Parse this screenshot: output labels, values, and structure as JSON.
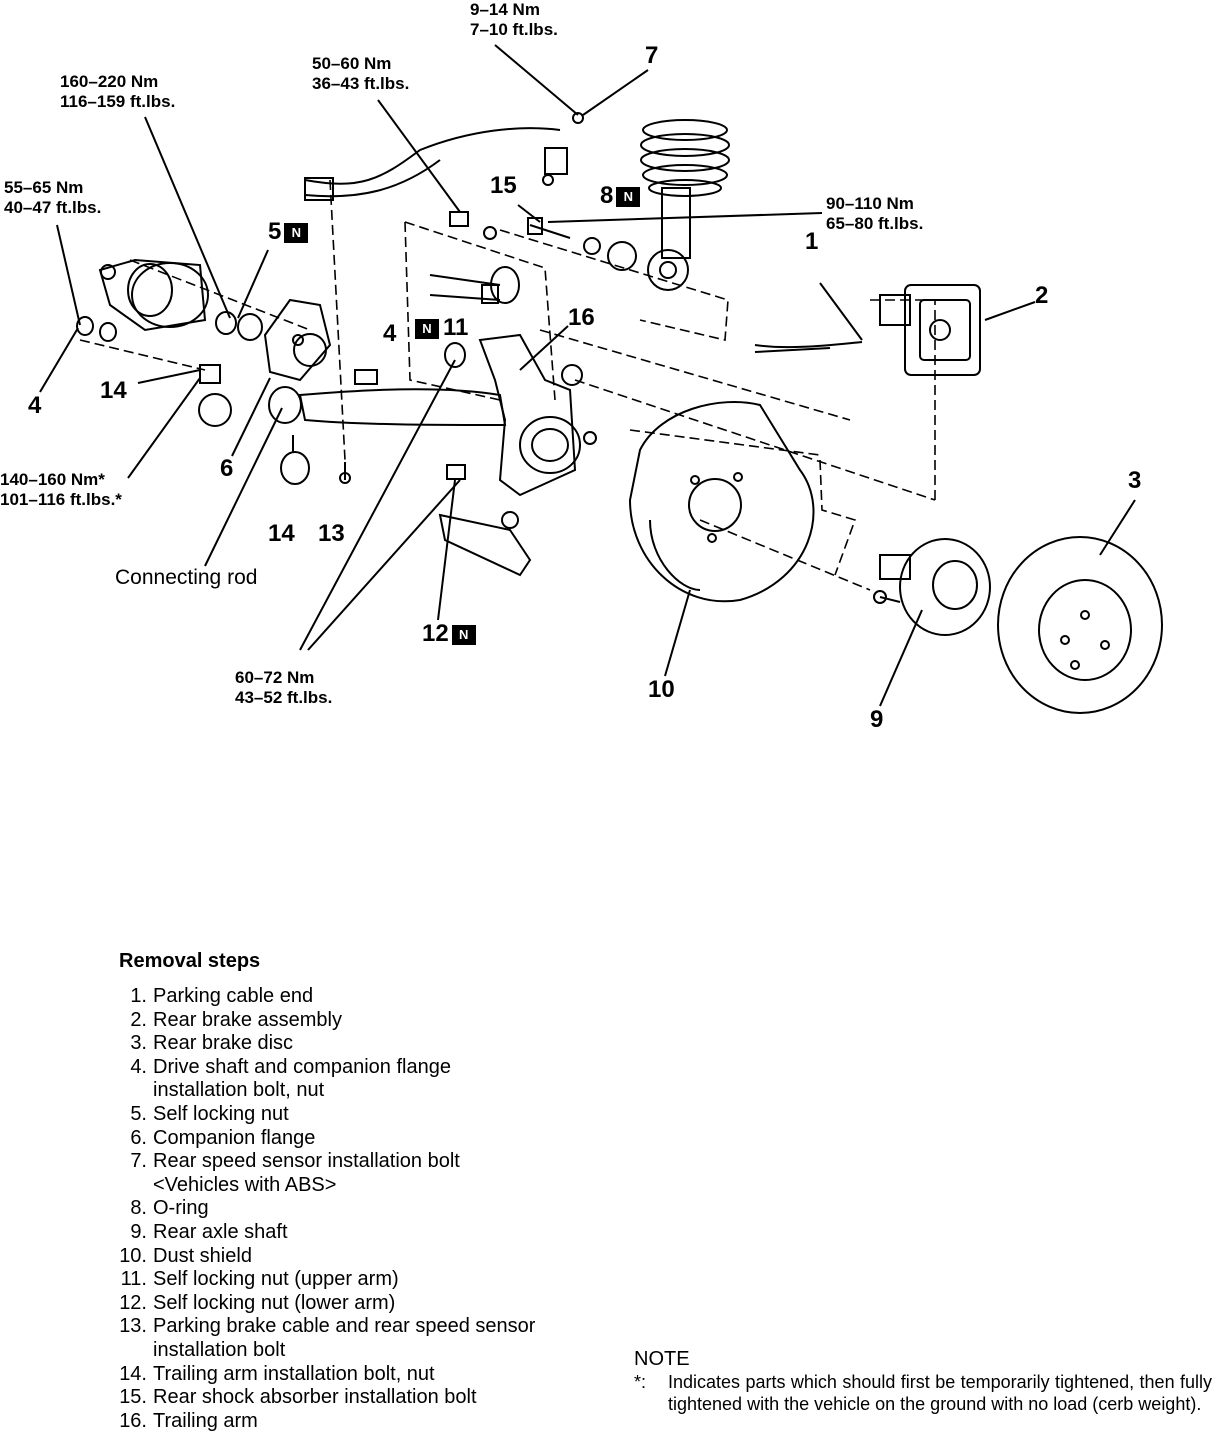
{
  "torque_labels": {
    "t1": [
      "9–14 Nm",
      "7–10 ft.lbs."
    ],
    "t2": [
      "160–220 Nm",
      "116–159 ft.lbs."
    ],
    "t3": [
      "50–60 Nm",
      "36–43 ft.lbs."
    ],
    "t4": [
      "55–65 Nm",
      "40–47 ft.lbs."
    ],
    "t5": [
      "90–110 Nm",
      "65–80 ft.lbs."
    ],
    "t6": [
      "140–160 Nm*",
      "101–116 ft.lbs.*"
    ],
    "t7": [
      "60–72 Nm",
      "43–52 ft.lbs."
    ]
  },
  "callouts": {
    "c7": "7",
    "c15": "15",
    "c8": "8",
    "c5": "5",
    "c1": "1",
    "c2": "2",
    "c4a": "4",
    "c4b": "4",
    "c11": "11",
    "c16": "16",
    "c14a": "14",
    "c6": "6",
    "c14b": "14",
    "c13": "13",
    "c3": "3",
    "c12": "12",
    "c10": "10",
    "c9": "9"
  },
  "badge_text": "N",
  "connecting_rod": "Connecting  rod",
  "removal": {
    "title": "Removal steps",
    "steps": [
      {
        "n": "1.",
        "t": "Parking cable end"
      },
      {
        "n": "2.",
        "t": "Rear brake assembly"
      },
      {
        "n": "3.",
        "t": "Rear brake disc"
      },
      {
        "n": "4.",
        "t": "Drive shaft and companion flange\ninstallation bolt, nut"
      },
      {
        "n": "5.",
        "t": "Self locking nut"
      },
      {
        "n": "6.",
        "t": "Companion flange"
      },
      {
        "n": "7.",
        "t": "Rear speed sensor installation bolt\n<Vehicles with ABS>"
      },
      {
        "n": "8.",
        "t": "O-ring"
      },
      {
        "n": "9.",
        "t": "Rear axle shaft"
      },
      {
        "n": "10.",
        "t": "Dust shield"
      },
      {
        "n": "11.",
        "t": "Self locking nut (upper arm)"
      },
      {
        "n": "12.",
        "t": "Self locking nut (lower arm)"
      },
      {
        "n": "13.",
        "t": "Parking brake cable and rear speed sensor\ninstallation bolt"
      },
      {
        "n": "14.",
        "t": "Trailing arm installation bolt, nut"
      },
      {
        "n": "15.",
        "t": "Rear shock absorber installation bolt"
      },
      {
        "n": "16.",
        "t": "Trailing arm"
      }
    ]
  },
  "note": {
    "heading": "NOTE",
    "mark": "*:",
    "text": "Indicates parts which should first be temporarily tightened, then fully tightened with the vehicle on the ground with no load (cerb weight)."
  }
}
